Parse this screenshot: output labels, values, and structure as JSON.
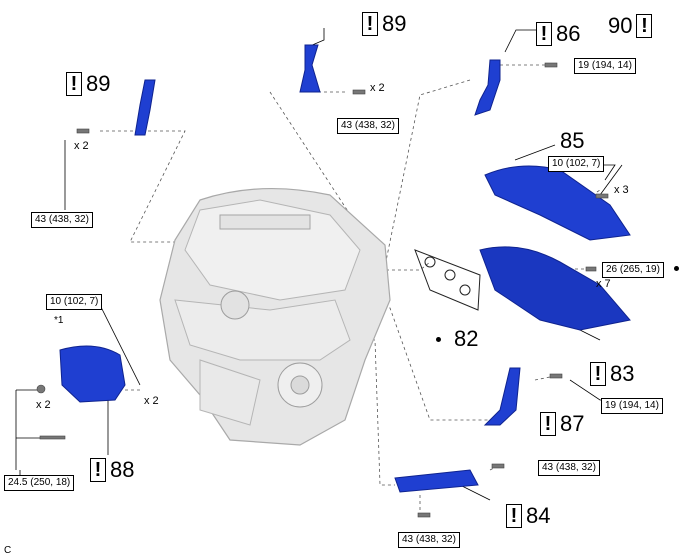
{
  "colors": {
    "part_blue": "#1f3fd1",
    "part_dark": "#0f238f",
    "engine_gray": "#dcdcdc",
    "engine_line": "#a9a9a9"
  },
  "icons": {
    "warning": "exclamation-box-icon"
  },
  "warning_symbol": "!",
  "callouts": {
    "p89_left": "89",
    "p89_top": "89",
    "p86": "86",
    "p90": "90",
    "p85": "85",
    "p82": "82",
    "p83": "83",
    "p87": "87",
    "p88": "88",
    "p84": "84"
  },
  "torques": {
    "t89_left": "43 (438, 32)",
    "t89_top": "43 (438, 32)",
    "t86": "19 (194, 14)",
    "t85": "10 (102, 7)",
    "t83": "26 (265, 19)",
    "t88_top": "10 (102, 7)",
    "t88_bottom": "24.5 (250, 18)",
    "t87": "19 (194, 14)",
    "t84_top": "43 (438, 32)",
    "t84_bottom": "43 (438, 32)"
  },
  "quantities": {
    "q89_left": "x 2",
    "q89_top": "x 2",
    "q85": "x 3",
    "q83": "x 7",
    "q88_a": "x 2",
    "q88_b": "x 2"
  },
  "notes": {
    "star1": "*1",
    "corner": "C"
  }
}
